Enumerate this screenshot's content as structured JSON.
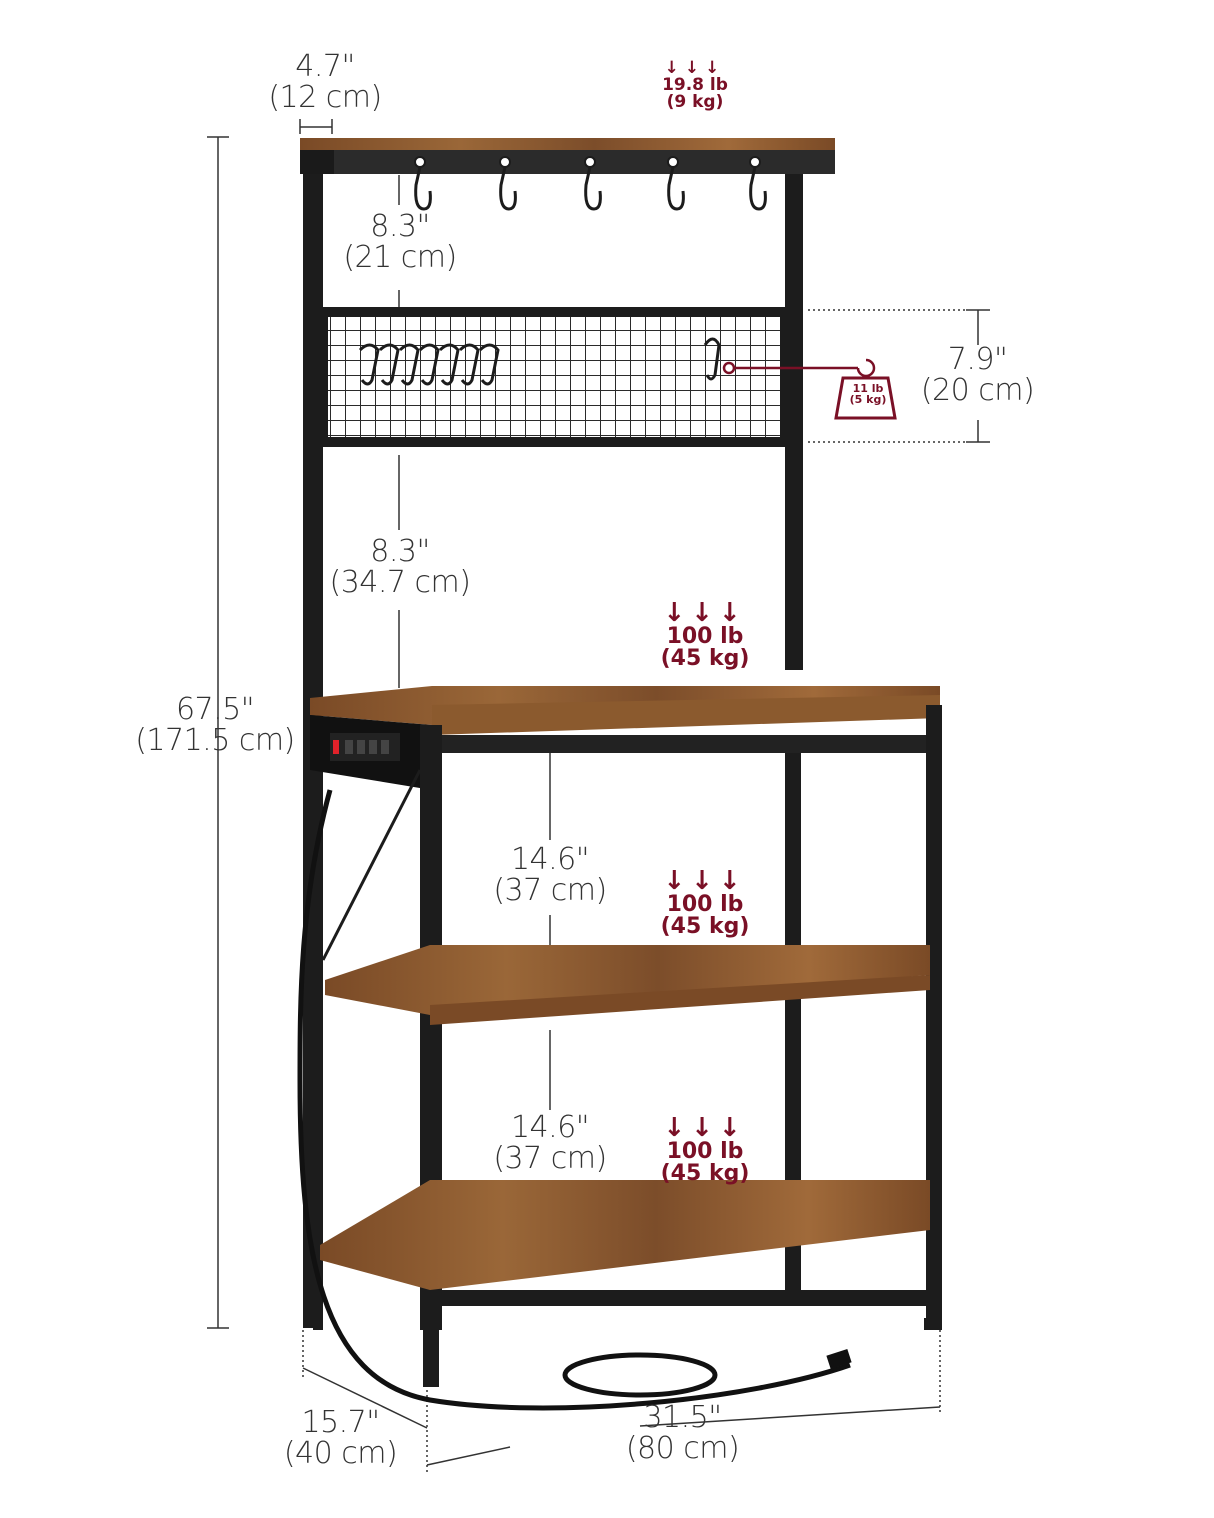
{
  "diagram": {
    "title": "Bakers rack with hooks, grid panel and power strip — dimensions",
    "colors": {
      "frame": "#1c1c1c",
      "wood": "#8a5a32",
      "wood_dark": "#5d3a1e",
      "load_accent": "#7a1026",
      "dimension_text": "#333333",
      "outlet_switch": "#e0222a"
    },
    "dimensions": {
      "top_depth": {
        "imperial": "4.7\"",
        "metric": "(12 cm)"
      },
      "hook_gap": {
        "imperial": "8.3\"",
        "metric": "(21 cm)"
      },
      "grid_height": {
        "imperial": "7.9\"",
        "metric": "(20 cm)"
      },
      "grid_to_shelf": {
        "imperial": "8.3\"",
        "metric": "(34.7 cm)"
      },
      "total_height": {
        "imperial": "67.5\"",
        "metric": "(171.5 cm)"
      },
      "shelf_gap_1": {
        "imperial": "14.6\"",
        "metric": "(37 cm)"
      },
      "shelf_gap_2": {
        "imperial": "14.6\"",
        "metric": "(37 cm)"
      },
      "depth": {
        "imperial": "15.7\"",
        "metric": "(40 cm)"
      },
      "width": {
        "imperial": "31.5\"",
        "metric": "(80 cm)"
      }
    },
    "loads": {
      "top_shelf": {
        "arrows": "↓↓↓",
        "imperial": "19.8 lb",
        "metric": "(9 kg)"
      },
      "grid_hook": {
        "imperial": "11 lb",
        "metric": "(5 kg)"
      },
      "shelf_1": {
        "arrows": "↓↓↓",
        "imperial": "100 lb",
        "metric": "(45 kg)"
      },
      "shelf_2": {
        "arrows": "↓↓↓",
        "imperial": "100 lb",
        "metric": "(45 kg)"
      },
      "shelf_3": {
        "arrows": "↓↓↓",
        "imperial": "100 lb",
        "metric": "(45 kg)"
      }
    },
    "features": {
      "top_hooks": 5,
      "grid_hooks": 7,
      "outlets": 4
    }
  }
}
